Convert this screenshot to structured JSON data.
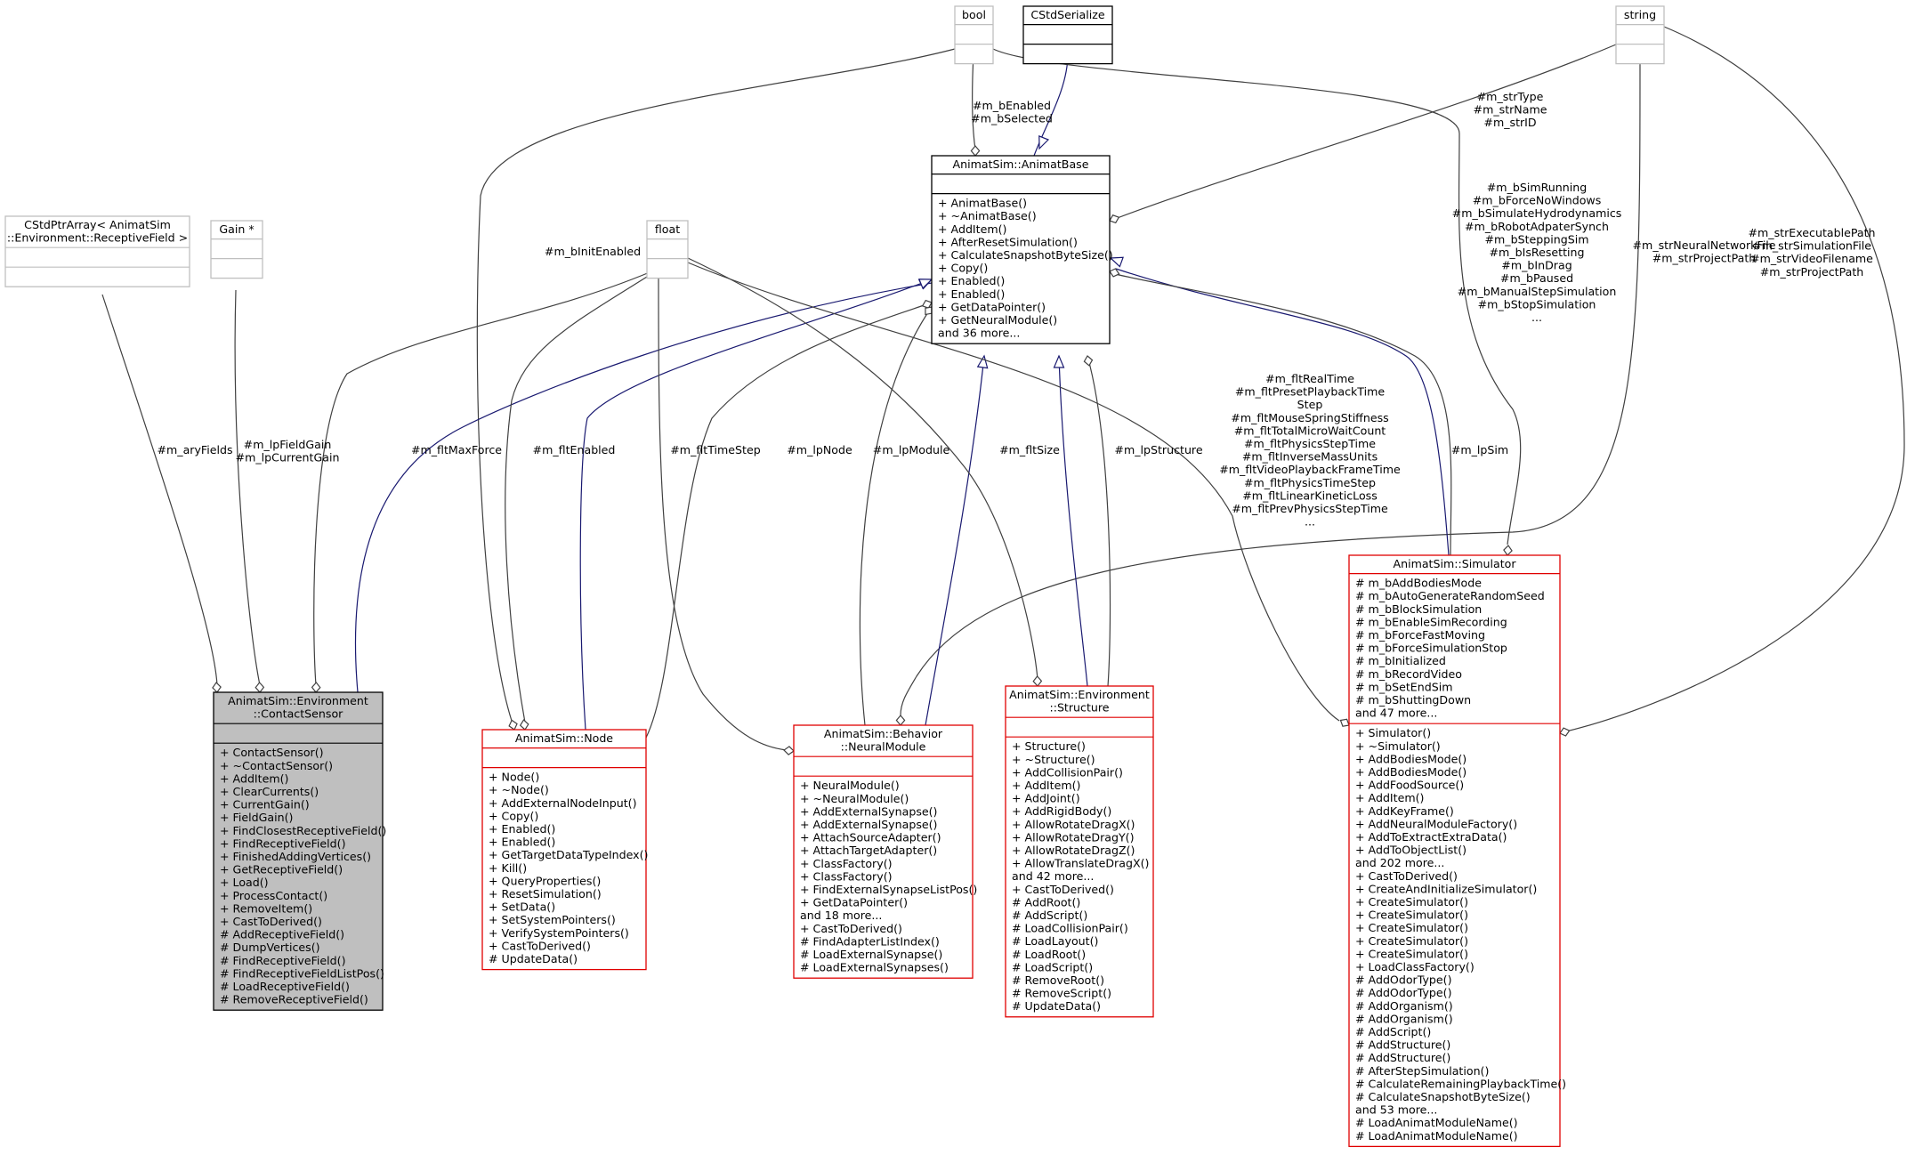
{
  "colors": {
    "gray_border": "#bfbfbf",
    "red_border": "#e00000",
    "black_border": "#000000",
    "focus_fill": "#bfbfbf",
    "inherit_edge": "#191970",
    "usage_edge": "#404040"
  },
  "nodes": [
    {
      "id": "bool",
      "title": [
        "bool"
      ],
      "attrs": [],
      "methods": [],
      "style": "gray"
    },
    {
      "id": "cstdserialize",
      "title": [
        "CStdSerialize"
      ],
      "attrs": [],
      "methods": [],
      "style": "black"
    },
    {
      "id": "string",
      "title": [
        "string"
      ],
      "attrs": [],
      "methods": [],
      "style": "gray"
    },
    {
      "id": "animatbase",
      "title": [
        "AnimatSim::AnimatBase"
      ],
      "attrs": [],
      "methods": [
        "+ AnimatBase()",
        "+ ~AnimatBase()",
        "+ AddItem()",
        "+ AfterResetSimulation()",
        "+ CalculateSnapshotByteSize()",
        "+ Copy()",
        "+ Enabled()",
        "+ Enabled()",
        "+ GetDataPointer()",
        "+ GetNeuralModule()",
        "and 36 more..."
      ],
      "style": "black"
    },
    {
      "id": "cstdptrarray",
      "title": [
        "CStdPtrArray< AnimatSim",
        "::Environment::ReceptiveField >"
      ],
      "attrs": [],
      "methods": [],
      "style": "gray"
    },
    {
      "id": "gain",
      "title": [
        "Gain *"
      ],
      "attrs": [],
      "methods": [],
      "style": "gray"
    },
    {
      "id": "float",
      "title": [
        "float"
      ],
      "attrs": [],
      "methods": [],
      "style": "gray"
    },
    {
      "id": "contactsensor",
      "title": [
        "AnimatSim::Environment",
        "::ContactSensor"
      ],
      "attrs": [],
      "methods": [
        "+ ContactSensor()",
        "+ ~ContactSensor()",
        "+ AddItem()",
        "+ ClearCurrents()",
        "+ CurrentGain()",
        "+ FieldGain()",
        "+ FindClosestReceptiveField()",
        "+ FindReceptiveField()",
        "+ FinishedAddingVertices()",
        "+ GetReceptiveField()",
        "+ Load()",
        "+ ProcessContact()",
        "+ RemoveItem()",
        "+ CastToDerived()",
        "# AddReceptiveField()",
        "# DumpVertices()",
        "# FindReceptiveField()",
        "# FindReceptiveFieldListPos()",
        "# LoadReceptiveField()",
        "# RemoveReceptiveField()"
      ],
      "style": "focus"
    },
    {
      "id": "node",
      "title": [
        "AnimatSim::Node"
      ],
      "attrs": [],
      "methods": [
        "+ Node()",
        "+ ~Node()",
        "+ AddExternalNodeInput()",
        "+ Copy()",
        "+ Enabled()",
        "+ Enabled()",
        "+ GetTargetDataTypeIndex()",
        "+ Kill()",
        "+ QueryProperties()",
        "+ ResetSimulation()",
        "+ SetData()",
        "+ SetSystemPointers()",
        "+ VerifySystemPointers()",
        "+ CastToDerived()",
        "# UpdateData()"
      ],
      "style": "red"
    },
    {
      "id": "neuralmodule",
      "title": [
        "AnimatSim::Behavior",
        "::NeuralModule"
      ],
      "attrs": [],
      "methods": [
        "+ NeuralModule()",
        "+ ~NeuralModule()",
        "+ AddExternalSynapse()",
        "+ AddExternalSynapse()",
        "+ AttachSourceAdapter()",
        "+ AttachTargetAdapter()",
        "+ ClassFactory()",
        "+ ClassFactory()",
        "+ FindExternalSynapseListPos()",
        "+ GetDataPointer()",
        "and 18 more...",
        "+ CastToDerived()",
        "# FindAdapterListIndex()",
        "# LoadExternalSynapse()",
        "# LoadExternalSynapses()"
      ],
      "style": "red"
    },
    {
      "id": "structure",
      "title": [
        "AnimatSim::Environment",
        "::Structure"
      ],
      "attrs": [],
      "methods": [
        "+ Structure()",
        "+ ~Structure()",
        "+ AddCollisionPair()",
        "+ AddItem()",
        "+ AddJoint()",
        "+ AddRigidBody()",
        "+ AllowRotateDragX()",
        "+ AllowRotateDragY()",
        "+ AllowRotateDragZ()",
        "+ AllowTranslateDragX()",
        "and 42 more...",
        "+ CastToDerived()",
        "# AddRoot()",
        "# AddScript()",
        "# LoadCollisionPair()",
        "# LoadLayout()",
        "# LoadRoot()",
        "# LoadScript()",
        "# RemoveRoot()",
        "# RemoveScript()",
        "# UpdateData()"
      ],
      "style": "red"
    },
    {
      "id": "simulator",
      "title": [
        "AnimatSim::Simulator"
      ],
      "attrs": [
        "# m_bAddBodiesMode",
        "# m_bAutoGenerateRandomSeed",
        "# m_bBlockSimulation",
        "# m_bEnableSimRecording",
        "# m_bForceFastMoving",
        "# m_bForceSimulationStop",
        "# m_bInitialized",
        "# m_bRecordVideo",
        "# m_bSetEndSim",
        "# m_bShuttingDown",
        "and 47 more..."
      ],
      "methods": [
        "+ Simulator()",
        "+ ~Simulator()",
        "+ AddBodiesMode()",
        "+ AddBodiesMode()",
        "+ AddFoodSource()",
        "+ AddItem()",
        "+ AddKeyFrame()",
        "+ AddNeuralModuleFactory()",
        "+ AddToExtractExtraData()",
        "+ AddToObjectList()",
        "and 202 more...",
        "+ CastToDerived()",
        "+ CreateAndInitializeSimulator()",
        "+ CreateSimulator()",
        "+ CreateSimulator()",
        "+ CreateSimulator()",
        "+ CreateSimulator()",
        "+ CreateSimulator()",
        "+ LoadClassFactory()",
        "# AddOdorType()",
        "# AddOdorType()",
        "# AddOrganism()",
        "# AddOrganism()",
        "# AddScript()",
        "# AddStructure()",
        "# AddStructure()",
        "# AfterStepSimulation()",
        "# CalculateRemainingPlaybackTime()",
        "# CalculateSnapshotByteSize()",
        "and 53 more...",
        "# LoadAnimatModuleName()",
        "# LoadAnimatModuleName()"
      ],
      "style": "red"
    }
  ],
  "edge_labels": {
    "bool_animatbase": [
      "#m_bEnabled",
      "#m_bSelected"
    ],
    "string_animatbase": [
      "#m_strType",
      "#m_strName",
      "#m_strID"
    ],
    "bool_simulator": [
      "#m_bSimRunning",
      "#m_bForceNoWindows",
      "#m_bSimulateHydrodynamics",
      "#m_bRobotAdpaterSynch",
      "#m_bSteppingSim",
      "#m_bIsResetting",
      "#m_bInDrag",
      "#m_bPaused",
      "#m_bManualStepSimulation",
      "#m_bStopSimulation",
      "..."
    ],
    "bool_node": [
      "#m_bInitEnabled"
    ],
    "string_neuralmodule": [
      "#m_strNeuralNetworkFile",
      "#m_strProjectPath"
    ],
    "string_simulator": [
      "#m_strExecutablePath",
      "#m_strSimulationFile",
      "#m_strVideoFilename",
      "#m_strProjectPath"
    ],
    "ptrarray_contactsensor": [
      "#m_aryFields"
    ],
    "gain_contactsensor": [
      "#m_lpFieldGain",
      "#m_lpCurrentGain"
    ],
    "float_contactsensor": [
      "#m_fltMaxForce"
    ],
    "float_node": [
      "#m_fltEnabled"
    ],
    "float_neuralmodule": [
      "#m_fltTimeStep"
    ],
    "node_lpnode": [
      "#m_lpNode"
    ],
    "neuralmodule_lpmodule": [
      "#m_lpModule"
    ],
    "float_structure": [
      "#m_fltSize"
    ],
    "structure_lpstructure": [
      "#m_lpStructure"
    ],
    "float_simulator": [
      "#m_fltRealTime",
      "#m_fltPresetPlaybackTime",
      "Step",
      "#m_fltMouseSpringStiffness",
      "#m_fltTotalMicroWaitCount",
      "#m_fltPhysicsStepTime",
      "#m_fltInverseMassUnits",
      "#m_fltVideoPlaybackFrameTime",
      "#m_fltPhysicsTimeStep",
      "#m_fltLinearKineticLoss",
      "#m_fltPrevPhysicsStepTime",
      "..."
    ],
    "simulator_lpsim": [
      "#m_lpSim"
    ]
  }
}
